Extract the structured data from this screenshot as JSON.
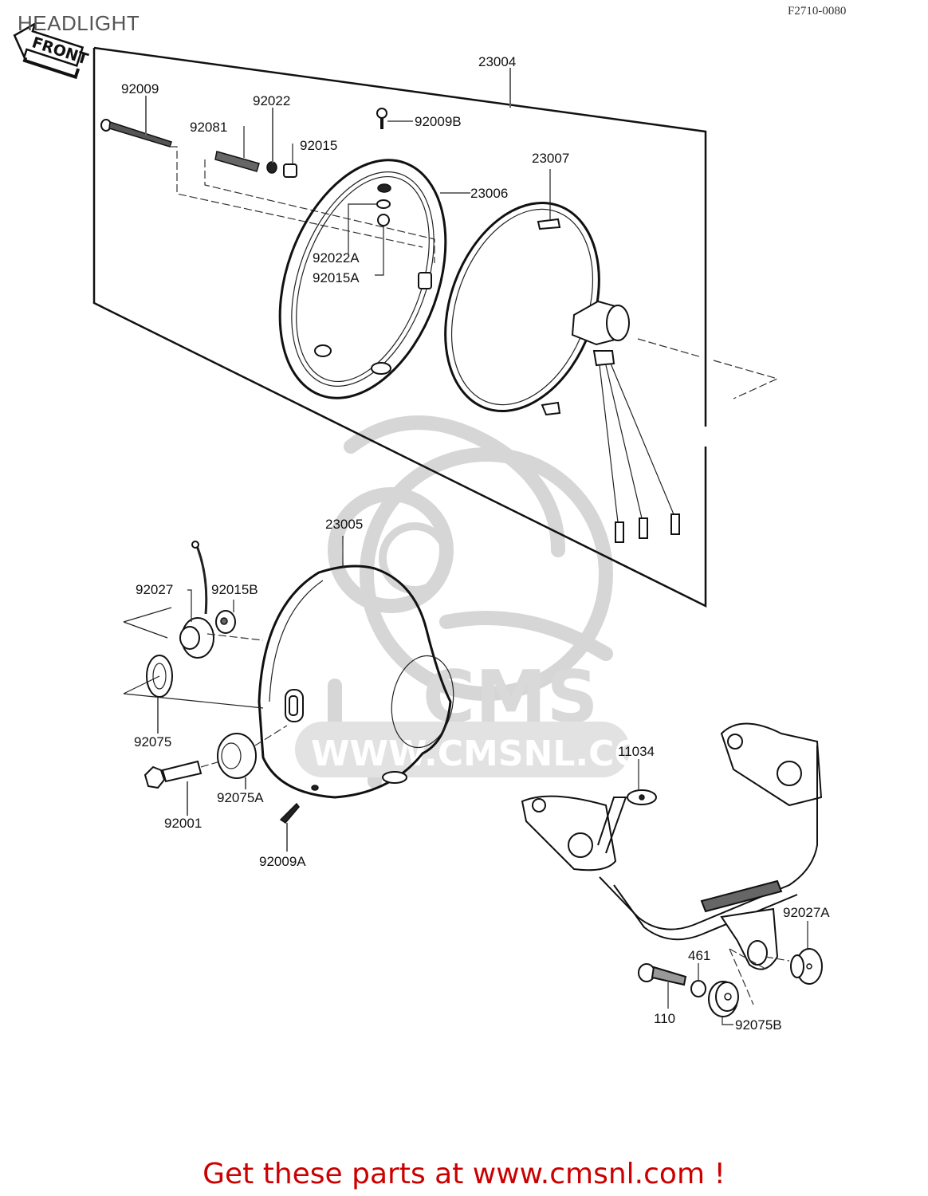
{
  "header": {
    "title": "HEADLIGHT",
    "figure_code": "F2710-0080",
    "front_arrow_label": "FRONT"
  },
  "watermark": {
    "brand": "CMS",
    "url": "WWW.CMSNL.COM"
  },
  "parts": [
    {
      "id": "23004",
      "label": "23004"
    },
    {
      "id": "92009",
      "label": "92009"
    },
    {
      "id": "92022",
      "label": "92022"
    },
    {
      "id": "92081",
      "label": "92081"
    },
    {
      "id": "92015",
      "label": "92015"
    },
    {
      "id": "92009B",
      "label": "92009B"
    },
    {
      "id": "23007",
      "label": "23007"
    },
    {
      "id": "23006",
      "label": "23006"
    },
    {
      "id": "92022A",
      "label": "92022A"
    },
    {
      "id": "92015A",
      "label": "92015A"
    },
    {
      "id": "23005",
      "label": "23005"
    },
    {
      "id": "92027",
      "label": "92027"
    },
    {
      "id": "92015B",
      "label": "92015B"
    },
    {
      "id": "92075",
      "label": "92075"
    },
    {
      "id": "92075A",
      "label": "92075A"
    },
    {
      "id": "92001",
      "label": "92001"
    },
    {
      "id": "92009A",
      "label": "92009A"
    },
    {
      "id": "11034",
      "label": "11034"
    },
    {
      "id": "92027A",
      "label": "92027A"
    },
    {
      "id": "461",
      "label": "461"
    },
    {
      "id": "110",
      "label": "110"
    },
    {
      "id": "92075B",
      "label": "92075B"
    }
  ],
  "footer": {
    "cta": "Get these parts at www.cmsnl.com !"
  }
}
